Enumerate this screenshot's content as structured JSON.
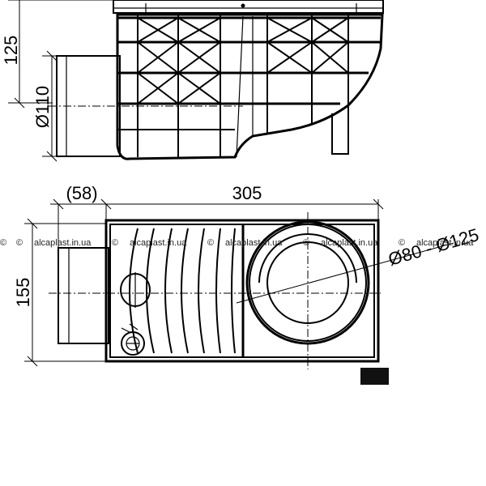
{
  "dimensions": {
    "height_side": "125",
    "outlet_diameter": "Ø110",
    "outlet_length": "(58)",
    "length": "305",
    "width": "155",
    "inlet_diameter": "Ø80 - Ø125"
  },
  "watermark": {
    "symbol": "©",
    "text": "alcaplast.in.ua"
  }
}
